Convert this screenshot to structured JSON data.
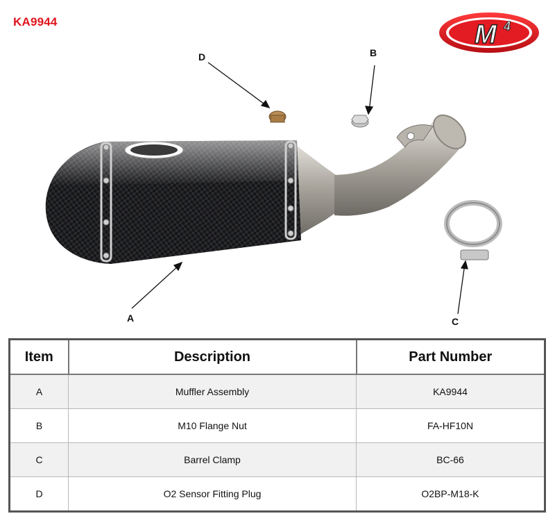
{
  "header": {
    "part_code": "KA9944",
    "logo_text": "M4",
    "logo_color": "#d9141e"
  },
  "callouts": {
    "a": "A",
    "b": "B",
    "c": "C",
    "d": "D"
  },
  "table": {
    "columns": [
      "Item",
      "Description",
      "Part Number"
    ],
    "rows": [
      {
        "item": "A",
        "description": "Muffler Assembly",
        "part_number": "KA9944"
      },
      {
        "item": "B",
        "description": "M10 Flange Nut",
        "part_number": "FA-HF10N"
      },
      {
        "item": "C",
        "description": "Barrel Clamp",
        "part_number": "BC-66"
      },
      {
        "item": "D",
        "description": "O2 Sensor Fitting Plug",
        "part_number": "O2BP-M18-K"
      }
    ]
  }
}
